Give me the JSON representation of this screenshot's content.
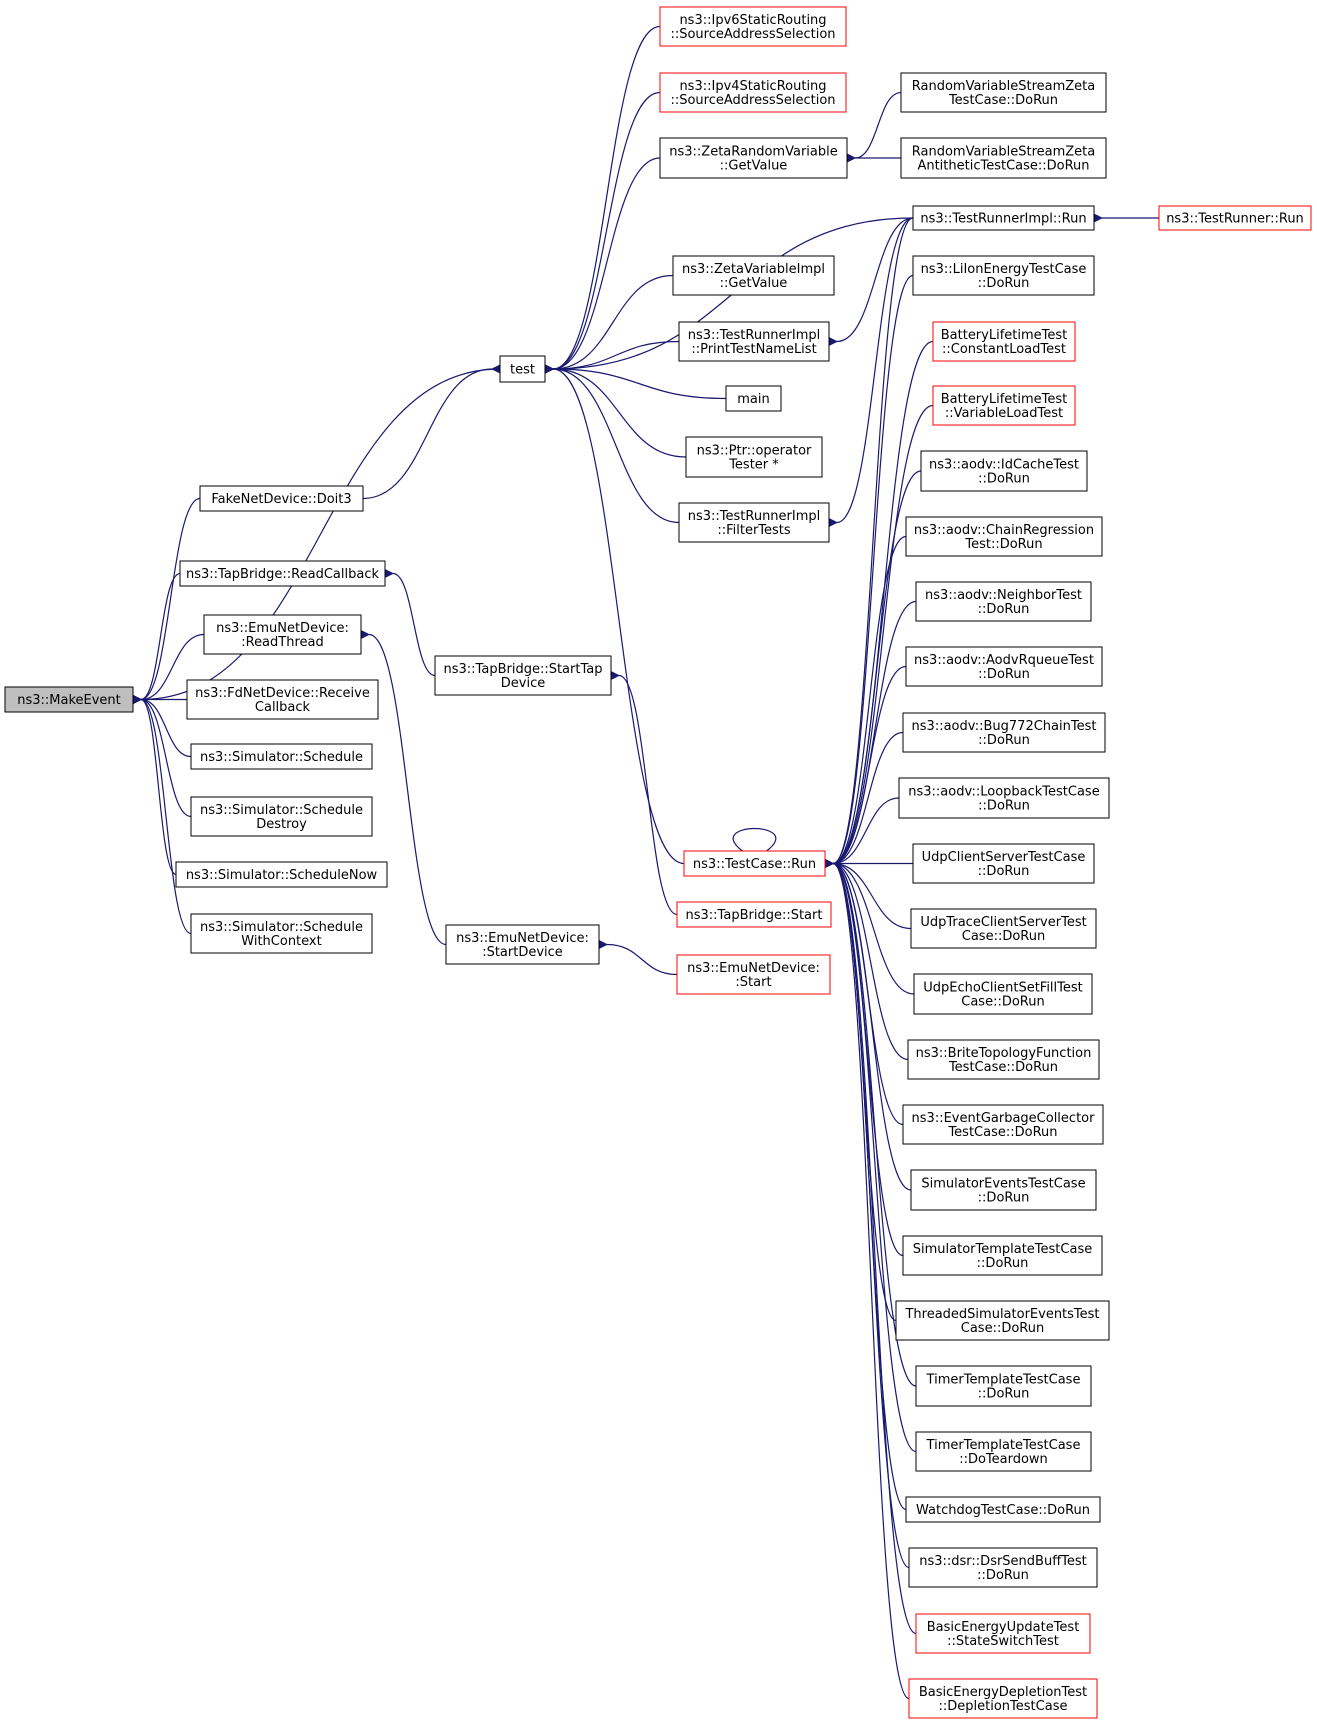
{
  "colors": {
    "edge": "#191970",
    "box_border": "#000000",
    "box_border_highlight": "#ff0000",
    "root_fill": "#bfbfbf",
    "node_fill": "#ffffff"
  },
  "nodes": {
    "make_event": {
      "lines": [
        "ns3::MakeEvent"
      ],
      "style": "root"
    },
    "fake_doit3": {
      "lines": [
        "FakeNetDevice::Doit3"
      ],
      "style": "normal"
    },
    "tap_readcallback": {
      "lines": [
        "ns3::TapBridge::ReadCallback"
      ],
      "style": "normal"
    },
    "emu_readthread": {
      "lines": [
        "ns3::EmuNetDevice:",
        ":ReadThread"
      ],
      "style": "normal"
    },
    "fd_receive": {
      "lines": [
        "ns3::FdNetDevice::Receive",
        "Callback"
      ],
      "style": "normal"
    },
    "sim_schedule": {
      "lines": [
        "ns3::Simulator::Schedule"
      ],
      "style": "normal"
    },
    "sim_schedule_destroy": {
      "lines": [
        "ns3::Simulator::Schedule",
        "Destroy"
      ],
      "style": "normal"
    },
    "sim_schedule_now": {
      "lines": [
        "ns3::Simulator::ScheduleNow"
      ],
      "style": "normal"
    },
    "sim_schedule_ctx": {
      "lines": [
        "ns3::Simulator::Schedule",
        "WithContext"
      ],
      "style": "normal"
    },
    "test": {
      "lines": [
        "test"
      ],
      "style": "normal"
    },
    "tap_starttap": {
      "lines": [
        "ns3::TapBridge::StartTap",
        "Device"
      ],
      "style": "normal"
    },
    "emu_startdevice": {
      "lines": [
        "ns3::EmuNetDevice:",
        ":StartDevice"
      ],
      "style": "normal"
    },
    "ipv6_sas": {
      "lines": [
        "ns3::Ipv6StaticRouting",
        "::SourceAddressSelection"
      ],
      "style": "highlight"
    },
    "ipv4_sas": {
      "lines": [
        "ns3::Ipv4StaticRouting",
        "::SourceAddressSelection"
      ],
      "style": "highlight"
    },
    "zeta_rv_getvalue": {
      "lines": [
        "ns3::ZetaRandomVariable",
        "::GetValue"
      ],
      "style": "normal"
    },
    "zeta_impl_getvalue": {
      "lines": [
        "ns3::ZetaVariableImpl",
        "::GetValue"
      ],
      "style": "normal"
    },
    "trimpl_print": {
      "lines": [
        "ns3::TestRunnerImpl",
        "::PrintTestNameList"
      ],
      "style": "normal"
    },
    "main": {
      "lines": [
        "main"
      ],
      "style": "normal"
    },
    "ptr_operator": {
      "lines": [
        "ns3::Ptr::operator",
        "Tester *"
      ],
      "style": "normal"
    },
    "trimpl_filter": {
      "lines": [
        "ns3::TestRunnerImpl",
        "::FilterTests"
      ],
      "style": "normal"
    },
    "testcase_run": {
      "lines": [
        "ns3::TestCase::Run"
      ],
      "style": "highlight"
    },
    "tap_start": {
      "lines": [
        "ns3::TapBridge::Start"
      ],
      "style": "highlight"
    },
    "emu_start": {
      "lines": [
        "ns3::EmuNetDevice:",
        ":Start"
      ],
      "style": "highlight"
    },
    "rvs_zeta_dorun": {
      "lines": [
        "RandomVariableStreamZeta",
        "TestCase::DoRun"
      ],
      "style": "normal"
    },
    "rvs_zeta_anti": {
      "lines": [
        "RandomVariableStreamZeta",
        "AntitheticTestCase::DoRun"
      ],
      "style": "normal"
    },
    "trimpl_run": {
      "lines": [
        "ns3::TestRunnerImpl::Run"
      ],
      "style": "normal"
    },
    "testrunner_run": {
      "lines": [
        "ns3::TestRunner::Run"
      ],
      "style": "highlight"
    },
    "liion": {
      "lines": [
        "ns3::LiIonEnergyTestCase",
        "::DoRun"
      ],
      "style": "normal"
    },
    "battery_const": {
      "lines": [
        "BatteryLifetimeTest",
        "::ConstantLoadTest"
      ],
      "style": "highlight"
    },
    "battery_var": {
      "lines": [
        "BatteryLifetimeTest",
        "::VariableLoadTest"
      ],
      "style": "highlight"
    },
    "aodv_idcache": {
      "lines": [
        "ns3::aodv::IdCacheTest",
        "::DoRun"
      ],
      "style": "normal"
    },
    "aodv_chain": {
      "lines": [
        "ns3::aodv::ChainRegression",
        "Test::DoRun"
      ],
      "style": "normal"
    },
    "aodv_neighbor": {
      "lines": [
        "ns3::aodv::NeighborTest",
        "::DoRun"
      ],
      "style": "normal"
    },
    "aodv_rqueue": {
      "lines": [
        "ns3::aodv::AodvRqueueTest",
        "::DoRun"
      ],
      "style": "normal"
    },
    "aodv_bug772": {
      "lines": [
        "ns3::aodv::Bug772ChainTest",
        "::DoRun"
      ],
      "style": "normal"
    },
    "aodv_loopback": {
      "lines": [
        "ns3::aodv::LoopbackTestCase",
        "::DoRun"
      ],
      "style": "normal"
    },
    "udp_cs": {
      "lines": [
        "UdpClientServerTestCase",
        "::DoRun"
      ],
      "style": "normal"
    },
    "udp_trace": {
      "lines": [
        "UdpTraceClientServerTest",
        "Case::DoRun"
      ],
      "style": "normal"
    },
    "udp_echo": {
      "lines": [
        "UdpEchoClientSetFillTest",
        "Case::DoRun"
      ],
      "style": "normal"
    },
    "brite": {
      "lines": [
        "ns3::BriteTopologyFunction",
        "TestCase::DoRun"
      ],
      "style": "normal"
    },
    "event_gc": {
      "lines": [
        "ns3::EventGarbageCollector",
        "TestCase::DoRun"
      ],
      "style": "normal"
    },
    "sim_events": {
      "lines": [
        "SimulatorEventsTestCase",
        "::DoRun"
      ],
      "style": "normal"
    },
    "sim_template": {
      "lines": [
        "SimulatorTemplateTestCase",
        "::DoRun"
      ],
      "style": "normal"
    },
    "threaded_sim": {
      "lines": [
        "ThreadedSimulatorEventsTest",
        "Case::DoRun"
      ],
      "style": "normal"
    },
    "timer_dorun": {
      "lines": [
        "TimerTemplateTestCase",
        "::DoRun"
      ],
      "style": "normal"
    },
    "timer_teardown": {
      "lines": [
        "TimerTemplateTestCase",
        "::DoTeardown"
      ],
      "style": "normal"
    },
    "watchdog": {
      "lines": [
        "WatchdogTestCase::DoRun"
      ],
      "style": "normal"
    },
    "dsr_sendbuff": {
      "lines": [
        "ns3::dsr::DsrSendBuffTest",
        "::DoRun"
      ],
      "style": "normal"
    },
    "basic_update": {
      "lines": [
        "BasicEnergyUpdateTest",
        "::StateSwitchTest"
      ],
      "style": "highlight"
    },
    "basic_depletion": {
      "lines": [
        "BasicEnergyDepletionTest",
        "::DepletionTestCase"
      ],
      "style": "highlight"
    }
  },
  "edges": [
    [
      "make_event",
      "fake_doit3"
    ],
    [
      "make_event",
      "tap_readcallback"
    ],
    [
      "make_event",
      "emu_readthread"
    ],
    [
      "make_event",
      "fd_receive"
    ],
    [
      "make_event",
      "sim_schedule"
    ],
    [
      "make_event",
      "sim_schedule_destroy"
    ],
    [
      "make_event",
      "sim_schedule_now"
    ],
    [
      "make_event",
      "sim_schedule_ctx"
    ],
    [
      "make_event",
      "test"
    ],
    [
      "test",
      "fake_doit3"
    ],
    [
      "tap_readcallback",
      "tap_starttap"
    ],
    [
      "emu_readthread",
      "emu_startdevice"
    ],
    [
      "test",
      "ipv6_sas"
    ],
    [
      "test",
      "ipv4_sas"
    ],
    [
      "test",
      "zeta_rv_getvalue"
    ],
    [
      "test",
      "zeta_impl_getvalue"
    ],
    [
      "test",
      "trimpl_print"
    ],
    [
      "test",
      "main"
    ],
    [
      "test",
      "ptr_operator"
    ],
    [
      "test",
      "trimpl_filter"
    ],
    [
      "test",
      "trimpl_run"
    ],
    [
      "test",
      "testcase_run"
    ],
    [
      "tap_starttap",
      "tap_start"
    ],
    [
      "emu_startdevice",
      "emu_start"
    ],
    [
      "zeta_rv_getvalue",
      "rvs_zeta_dorun"
    ],
    [
      "zeta_rv_getvalue",
      "rvs_zeta_anti"
    ],
    [
      "trimpl_run",
      "testrunner_run"
    ],
    [
      "trimpl_print",
      "trimpl_run"
    ],
    [
      "trimpl_filter",
      "trimpl_run"
    ],
    [
      "testcase_run",
      "trimpl_run"
    ],
    [
      "testcase_run",
      "liion"
    ],
    [
      "testcase_run",
      "battery_const"
    ],
    [
      "testcase_run",
      "battery_var"
    ],
    [
      "testcase_run",
      "aodv_idcache"
    ],
    [
      "testcase_run",
      "aodv_chain"
    ],
    [
      "testcase_run",
      "aodv_neighbor"
    ],
    [
      "testcase_run",
      "aodv_rqueue"
    ],
    [
      "testcase_run",
      "aodv_bug772"
    ],
    [
      "testcase_run",
      "aodv_loopback"
    ],
    [
      "testcase_run",
      "udp_cs"
    ],
    [
      "testcase_run",
      "udp_trace"
    ],
    [
      "testcase_run",
      "udp_echo"
    ],
    [
      "testcase_run",
      "brite"
    ],
    [
      "testcase_run",
      "event_gc"
    ],
    [
      "testcase_run",
      "sim_events"
    ],
    [
      "testcase_run",
      "sim_template"
    ],
    [
      "testcase_run",
      "threaded_sim"
    ],
    [
      "testcase_run",
      "timer_dorun"
    ],
    [
      "testcase_run",
      "timer_teardown"
    ],
    [
      "testcase_run",
      "watchdog"
    ],
    [
      "testcase_run",
      "dsr_sendbuff"
    ],
    [
      "testcase_run",
      "basic_update"
    ],
    [
      "testcase_run",
      "basic_depletion"
    ],
    [
      "testcase_run",
      "testcase_run"
    ]
  ]
}
